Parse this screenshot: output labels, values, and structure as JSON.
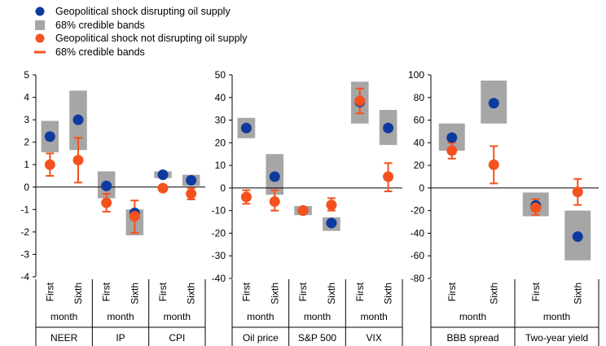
{
  "legend": [
    {
      "label": "Geopolitical shock disrupting oil supply",
      "symbol": "dot",
      "color": "#0d3a9e"
    },
    {
      "label": "68% credible bands",
      "symbol": "box",
      "color": "#a6a6a6"
    },
    {
      "label": "Geopolitical shock not disrupting oil supply",
      "symbol": "dot",
      "color": "#f4511e"
    },
    {
      "label": "68% credible bands",
      "symbol": "bar",
      "color": "#f4511e"
    }
  ],
  "chart_data": [
    {
      "type": "scatter",
      "ylim": [
        -4,
        5
      ],
      "yticks": [
        -4,
        -3,
        -2,
        -1,
        0,
        1,
        2,
        3,
        4,
        5
      ],
      "groups": [
        "NEER",
        "IP",
        "CPI"
      ],
      "periods": [
        "First",
        "Sixth"
      ],
      "period_label": "month",
      "series": [
        {
          "name": "Geopolitical shock disrupting oil supply",
          "color": "#0d3a9e",
          "values": [
            2.25,
            3.0,
            0.05,
            -1.15,
            0.55,
            0.3
          ],
          "bands": [
            [
              1.55,
              2.95
            ],
            [
              1.65,
              4.3
            ],
            [
              -0.5,
              0.7
            ],
            [
              -2.15,
              -1.0
            ],
            [
              0.4,
              0.7
            ],
            [
              0.05,
              0.55
            ]
          ]
        },
        {
          "name": "Geopolitical shock not disrupting oil supply",
          "color": "#f4511e",
          "values": [
            1.0,
            1.2,
            -0.7,
            -1.3,
            -0.05,
            -0.3
          ],
          "bands": [
            [
              0.5,
              1.5
            ],
            [
              0.2,
              2.2
            ],
            [
              -1.1,
              -0.3
            ],
            [
              -2.05,
              -0.6
            ],
            [
              -0.1,
              0.0
            ],
            [
              -0.55,
              -0.05
            ]
          ]
        }
      ]
    },
    {
      "type": "scatter",
      "ylim": [
        -40,
        50
      ],
      "yticks": [
        -40,
        -30,
        -20,
        -10,
        0,
        10,
        20,
        30,
        40,
        50
      ],
      "groups": [
        "Oil price",
        "S&P 500",
        "VIX"
      ],
      "periods": [
        "First",
        "Sixth"
      ],
      "period_label": "month",
      "series": [
        {
          "name": "Geopolitical shock disrupting oil supply",
          "color": "#0d3a9e",
          "values": [
            26.5,
            5.0,
            -10.0,
            -15.5,
            38.0,
            26.5
          ],
          "bands": [
            [
              22,
              31
            ],
            [
              -3,
              15
            ],
            [
              -12,
              -8
            ],
            [
              -19,
              -13
            ],
            [
              28.5,
              47
            ],
            [
              19,
              34.5
            ]
          ]
        },
        {
          "name": "Geopolitical shock not disrupting oil supply",
          "color": "#f4511e",
          "values": [
            -4.0,
            -6.0,
            -10.0,
            -7.5,
            38.5,
            5.0
          ],
          "bands": [
            [
              -7,
              -1
            ],
            [
              -10,
              -1
            ],
            [
              -11,
              -9
            ],
            [
              -10,
              -4.5
            ],
            [
              33,
              44
            ],
            [
              -1.5,
              11
            ]
          ]
        }
      ]
    },
    {
      "type": "scatter",
      "ylim": [
        -80,
        100
      ],
      "yticks": [
        -80,
        -60,
        -40,
        -20,
        0,
        20,
        40,
        60,
        80,
        100
      ],
      "groups": [
        "BBB spread",
        "Two-year yield"
      ],
      "periods": [
        "First",
        "Sixth"
      ],
      "period_label": "month",
      "series": [
        {
          "name": "Geopolitical shock disrupting oil supply",
          "color": "#0d3a9e",
          "values": [
            44.5,
            75.0,
            -15.5,
            -43.0
          ],
          "bands": [
            [
              33,
              57
            ],
            [
              57,
              95
            ],
            [
              -25,
              -4
            ],
            [
              -64,
              -20
            ]
          ]
        },
        {
          "name": "Geopolitical shock not disrupting oil supply",
          "color": "#f4511e",
          "values": [
            33.0,
            20.5,
            -17.5,
            -3.5
          ],
          "bands": [
            [
              26,
              40
            ],
            [
              4,
              37
            ],
            [
              -24,
              -10
            ],
            [
              -15,
              8
            ]
          ]
        }
      ]
    }
  ]
}
